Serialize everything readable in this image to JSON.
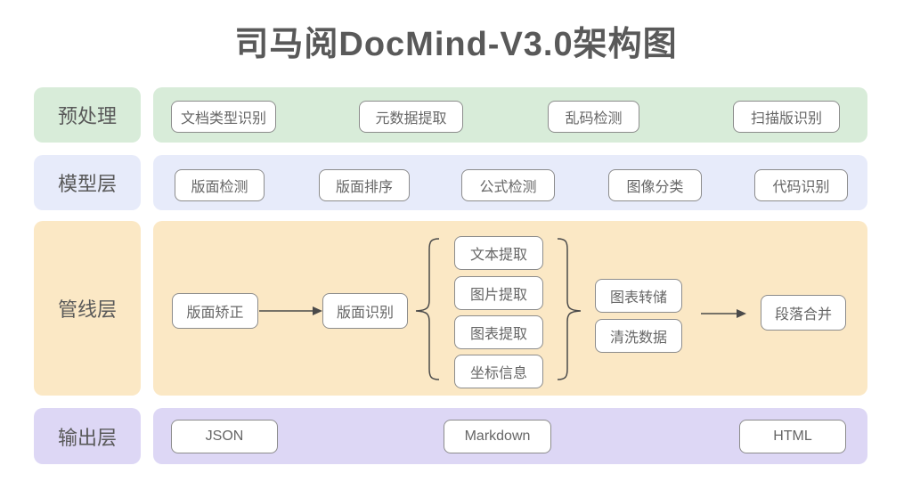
{
  "title": "司马阅DocMind-V3.0架构图",
  "colors": {
    "preprocess_bg": "#d8ecd9",
    "model_bg": "#e7ebfa",
    "pipeline_bg": "#fbe8c5",
    "output_bg": "#ddd7f5",
    "node_border": "#8c8c8c",
    "text": "#595959",
    "line": "#4a4a4a"
  },
  "layers": {
    "preprocess": {
      "label": "预处理",
      "items": [
        "文档类型识别",
        "元数据提取",
        "乱码检测",
        "扫描版识别"
      ]
    },
    "model": {
      "label": "模型层",
      "items": [
        "版面检测",
        "版面排序",
        "公式检测",
        "图像分类",
        "代码识别"
      ]
    },
    "pipeline": {
      "label": "管线层",
      "nodes": {
        "correct": "版面矫正",
        "recognize": "版面识别",
        "extract": [
          "文本提取",
          "图片提取",
          "图表提取",
          "坐标信息"
        ],
        "post": [
          "图表转储",
          "清洗数据"
        ],
        "merge": "段落合并"
      }
    },
    "output": {
      "label": "输出层",
      "items": [
        "JSON",
        "Markdown",
        "HTML"
      ]
    }
  }
}
